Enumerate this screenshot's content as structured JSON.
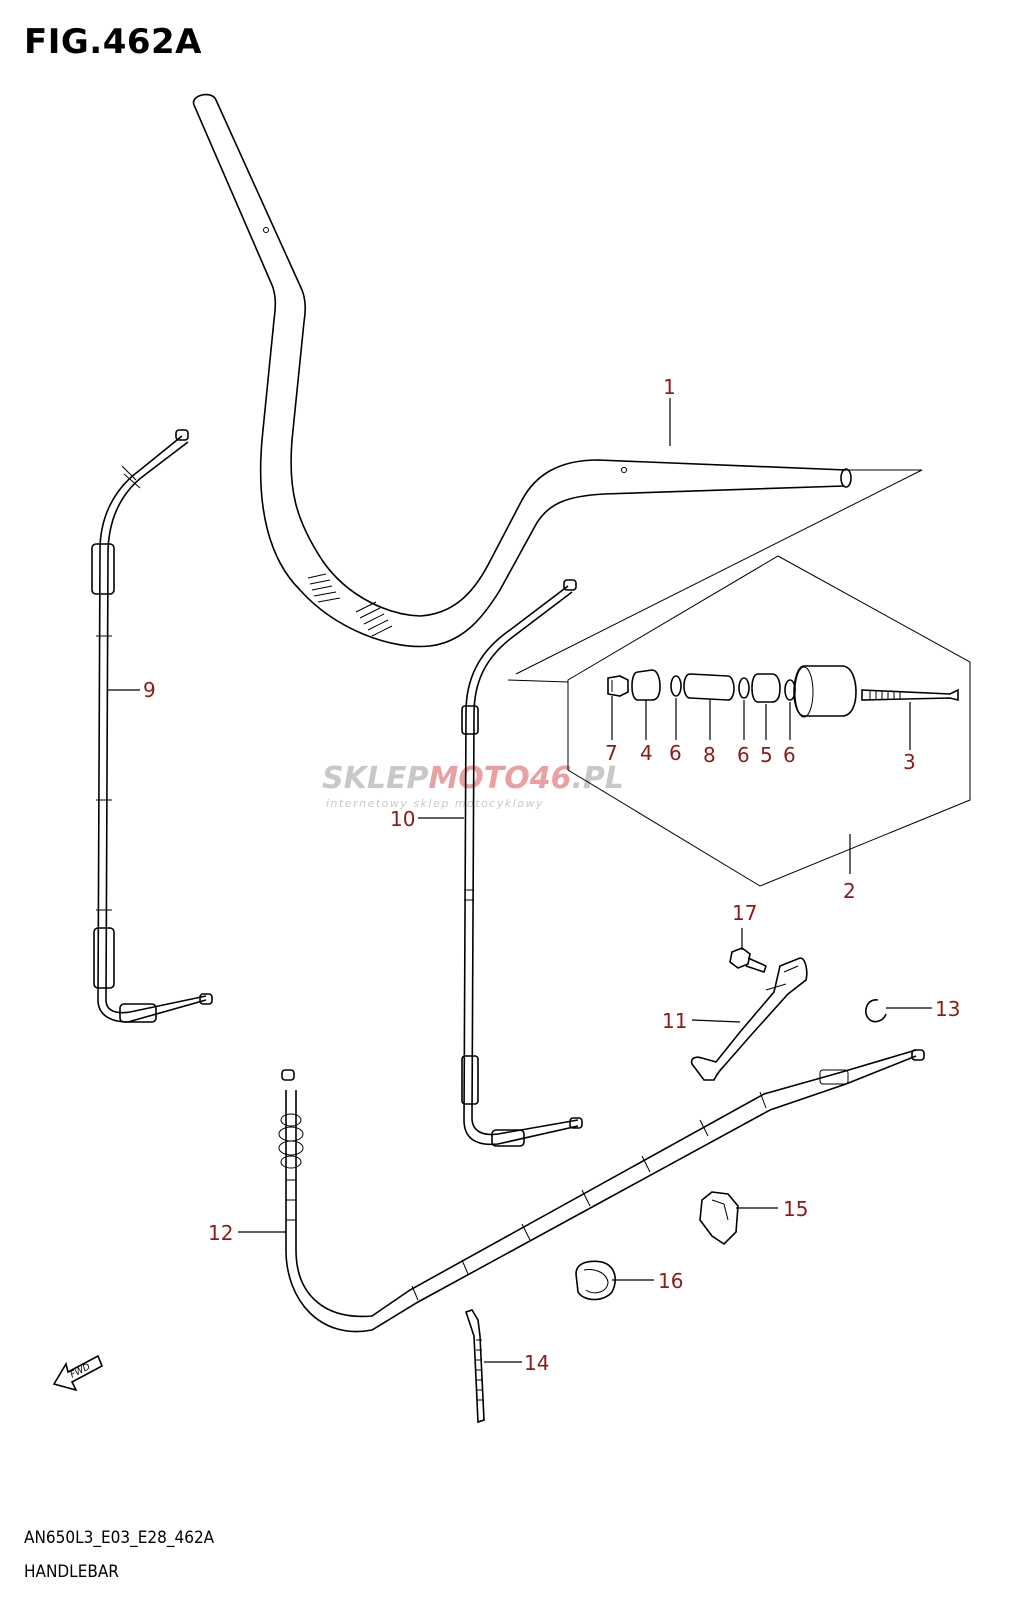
{
  "figure": {
    "title": "FIG.462A",
    "code": "AN650L3_E03_E28_462A",
    "name": "HANDLEBAR"
  },
  "watermark": {
    "brand_gray": "SKLEP",
    "brand_red": "MOTO",
    "brand_num": "46",
    "brand_tld": ".PL",
    "tagline": "internetowy sklep motocyklowy",
    "color_gray": "#c8c8c8",
    "color_red": "#e8a0a0"
  },
  "fwd_label": "FWD",
  "callout_color": "#8b1a1a",
  "callouts": [
    {
      "id": "c1",
      "label": "1"
    },
    {
      "id": "c2",
      "label": "2"
    },
    {
      "id": "c3",
      "label": "3"
    },
    {
      "id": "c4",
      "label": "4"
    },
    {
      "id": "c5",
      "label": "5"
    },
    {
      "id": "c6a",
      "label": "6"
    },
    {
      "id": "c6b",
      "label": "6"
    },
    {
      "id": "c6c",
      "label": "6"
    },
    {
      "id": "c7",
      "label": "7"
    },
    {
      "id": "c8",
      "label": "8"
    },
    {
      "id": "c9",
      "label": "9"
    },
    {
      "id": "c10",
      "label": "10"
    },
    {
      "id": "c11",
      "label": "11"
    },
    {
      "id": "c12",
      "label": "12"
    },
    {
      "id": "c13",
      "label": "13"
    },
    {
      "id": "c14",
      "label": "14"
    },
    {
      "id": "c15",
      "label": "15"
    },
    {
      "id": "c16",
      "label": "16"
    },
    {
      "id": "c17",
      "label": "17"
    }
  ]
}
